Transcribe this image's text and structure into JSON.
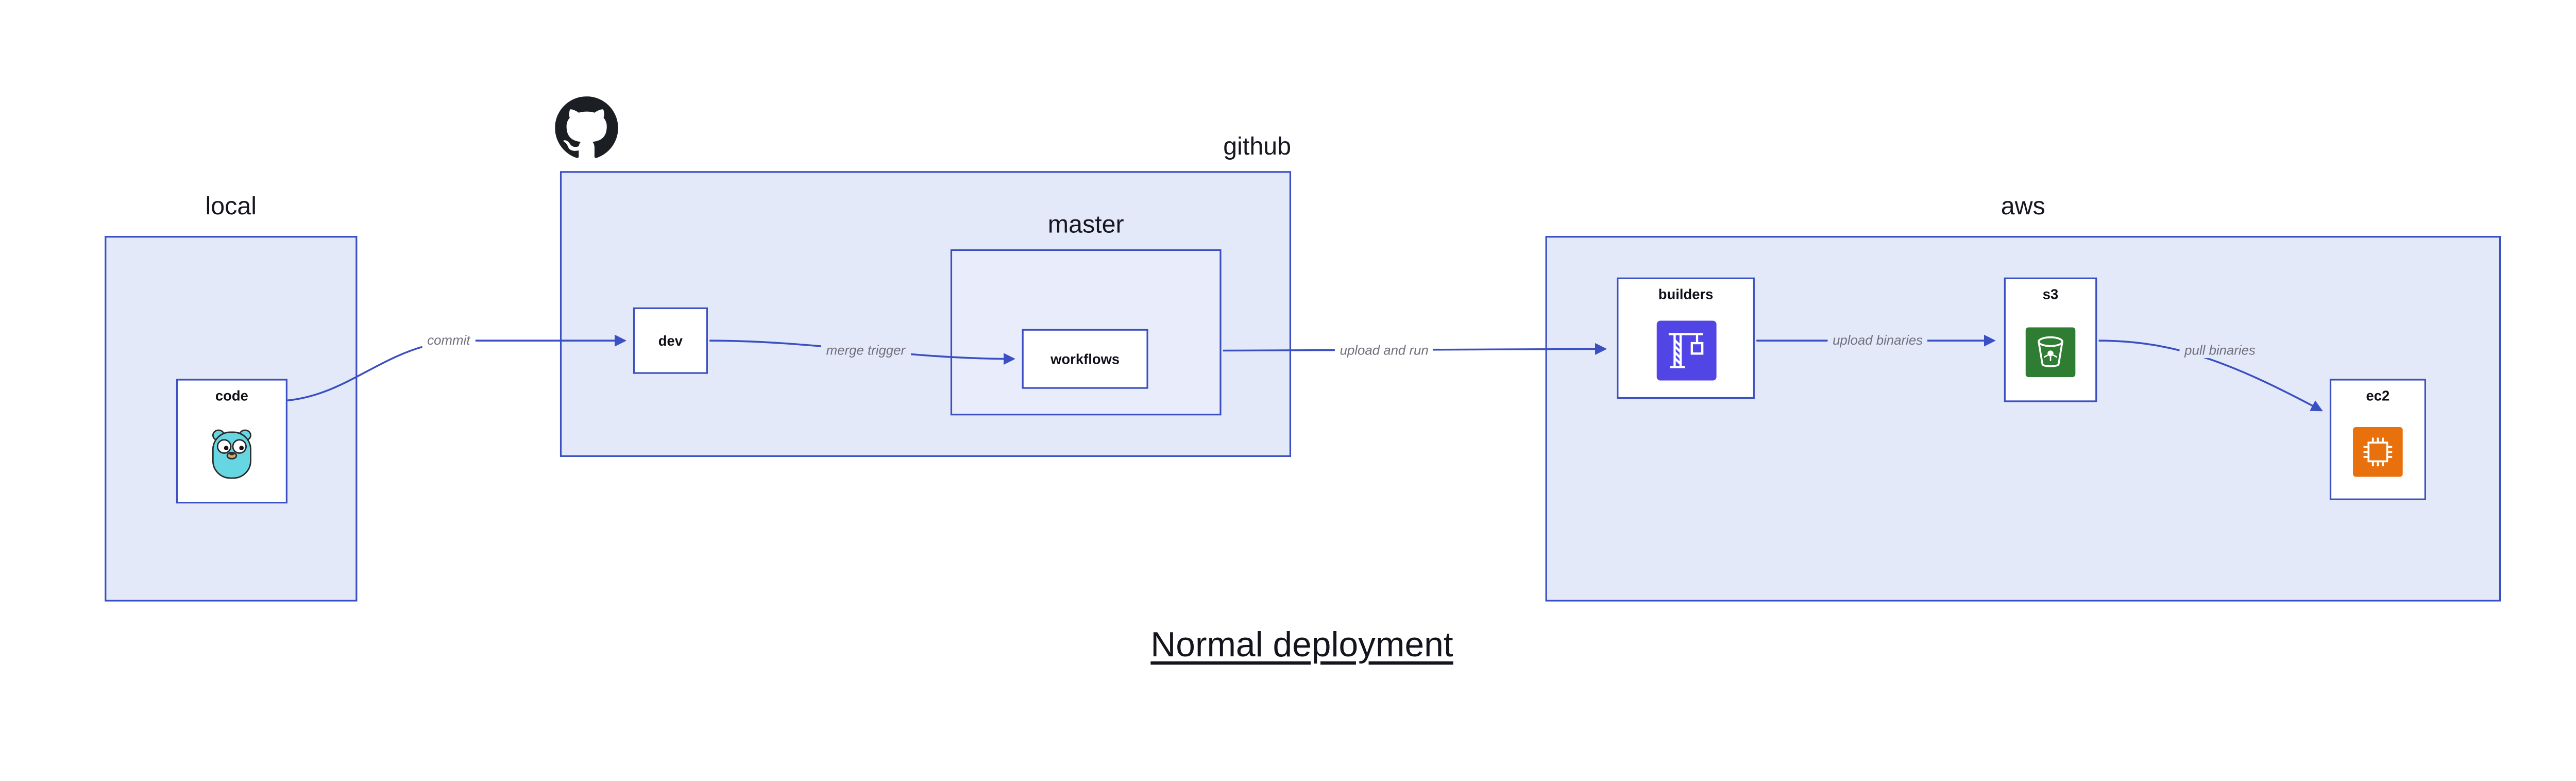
{
  "title": "Normal deployment",
  "groups": {
    "local": "local",
    "github": "github",
    "master": "master",
    "aws": "aws"
  },
  "nodes": {
    "code": "code",
    "dev": "dev",
    "workflows": "workflows",
    "builders": "builders",
    "s3": "s3",
    "ec2": "ec2"
  },
  "edges": {
    "commit": "commit",
    "merge_trigger": "merge trigger",
    "upload_and_run": "upload and run",
    "upload_binaries": "upload binaries",
    "pull_binaries": "pull binaries"
  },
  "icons": {
    "code": "go-gopher-icon",
    "github": "github-octocat-icon",
    "builders": "codebuild-crane-icon",
    "s3": "s3-bucket-icon",
    "ec2": "ec2-chip-icon"
  },
  "colors": {
    "group_fill": "#e4e9f9",
    "inner_group_fill": "#e9edfb",
    "diagram_stroke": "#3a50c2",
    "node_fill": "#ffffff",
    "edge_label": "#70707c",
    "title": "#14141c",
    "gopher": "#66d6e3",
    "octocat": "#1b1f23",
    "builders_icon": "#5145e6",
    "s3_icon": "#2e7d32",
    "ec2_icon": "#e8710d"
  }
}
